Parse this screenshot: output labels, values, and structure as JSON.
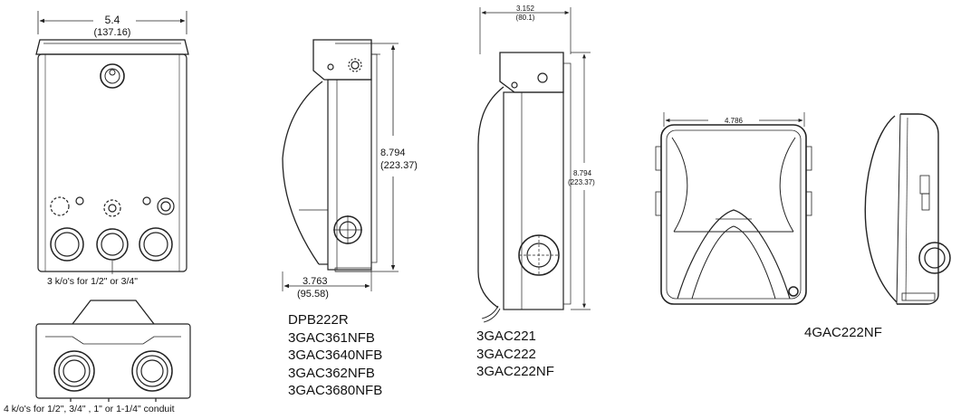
{
  "views": {
    "front": {
      "width_in": "5.4",
      "width_mm": "(137.16)",
      "knockouts_caption": "3 k/o's for 1/2\" or 3/4\""
    },
    "bottom": {
      "knockouts_caption": "4 k/o's for 1/2\", 3/4\" , 1\" or 1-1/4\" conduit"
    },
    "side_dpb": {
      "height_in": "8.794",
      "height_mm": "(223.37)",
      "depth_in": "3.763",
      "depth_mm": "(95.58)",
      "models": [
        "DPB222R",
        "3GAC361NFB",
        "3GAC3640NFB",
        "3GAC362NFB",
        "3GAC3680NFB"
      ]
    },
    "side_3gac": {
      "depth_in": "3.152",
      "depth_mm": "(80.1)",
      "height_in": "8.794",
      "height_mm": "(223.37)",
      "models": [
        "3GAC221",
        "3GAC222",
        "3GAC222NF"
      ]
    },
    "front_4gac": {
      "width_in": "4.786",
      "models": [
        "4GAC222NF"
      ]
    }
  },
  "colors": {
    "line": "#222222",
    "fill_dark": "#3a3a3a"
  }
}
